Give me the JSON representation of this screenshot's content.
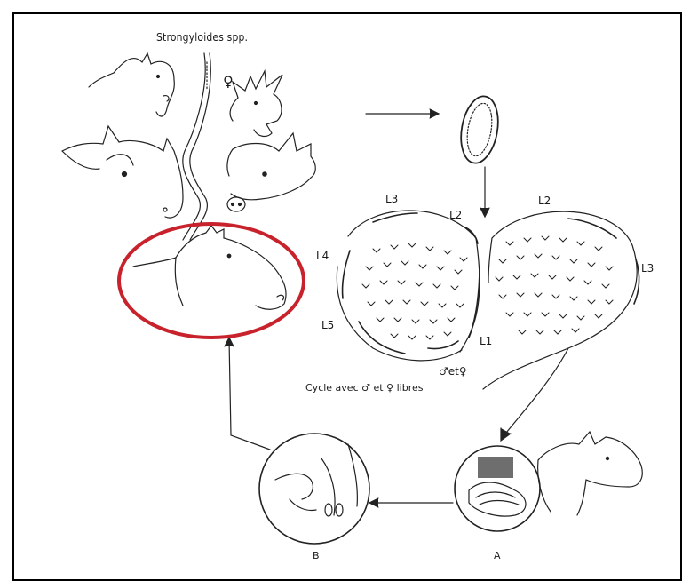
{
  "diagram": {
    "title": "Strongyloides spp.",
    "female_symbol": "♀",
    "cycle_text": "Cycle avec ♂ et ♀ libres",
    "male_female_text": "♂et♀",
    "stages": {
      "L3_left": "L3",
      "L2_left": "L2",
      "L4": "L4",
      "L5": "L5",
      "L1": "L1",
      "L2_right": "L2",
      "L3_right": "L3"
    },
    "circle_labels": {
      "left": "B",
      "right": "A"
    },
    "highlight_color": "#c8232c"
  }
}
